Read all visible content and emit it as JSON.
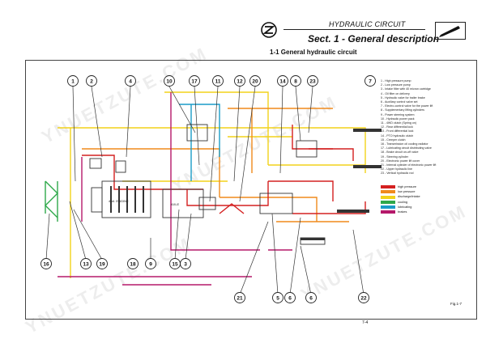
{
  "header": {
    "title": "HYDRAULIC CIRCUIT",
    "section": "Sect. 1 - General description"
  },
  "subtitle": "1-1 General hydraulic circuit",
  "callouts": [
    "1",
    "2",
    "4",
    "10",
    "17",
    "11",
    "12",
    "20",
    "14",
    "8",
    "23",
    "16",
    "13",
    "19",
    "18",
    "9",
    "15",
    "3",
    "21",
    "5",
    "6",
    "6",
    "22",
    "7"
  ],
  "engine_label": "4 cil. ENGINE",
  "axle_label": "AXLE",
  "components": [
    "1 - High pressure pump",
    "2 - Low pressure pump",
    "3 - Intake filter with 40 micron cartridge",
    "4 - Oil filter on delivery",
    "5 - Hydraulic valve for trailer brake",
    "6 - Auxiliary control valve set",
    "7 - Electro-control valve for the power lift",
    "8 - Supplementary lifting cylinders",
    "9 - Power steering system",
    "10 - Hydraulic power pack",
    "11 - 4WD clutch (Spring on)",
    "12 - Rear differential lock",
    "13 - Front differential lock",
    "14 - PTO hydraulic clutch",
    "15 - Creeper clutch",
    "16 - Transmission oil cooling radiator",
    "17 - Lubricating circuit distributing valve",
    "18 - Brake circuit on-off valve",
    "19 - Steering cylinder",
    "20 - Electronic power lift cover",
    "21 - Internal cylinder of electronic power lift",
    "22 - Upper hydraulic line",
    "23 - Vertical hydraulic rod"
  ],
  "legend": [
    {
      "label": "high pressure",
      "color": "#d42020"
    },
    {
      "label": "low pressure",
      "color": "#f08a1c"
    },
    {
      "label": "discharge/intake",
      "color": "#f2d21a"
    },
    {
      "label": "cooling",
      "color": "#2ea84a"
    },
    {
      "label": "lubricating",
      "color": "#1a9cc8"
    },
    {
      "label": "brakes",
      "color": "#b5186a"
    }
  ],
  "colors": {
    "high": "#d42020",
    "low": "#f08a1c",
    "intake": "#f2d21a",
    "cooling": "#2ea84a",
    "lube": "#1a9cc8",
    "brake": "#b5186a",
    "line": "#333333"
  },
  "figure": "Fig.1-7",
  "page": "7-4",
  "watermark": "YNUETZUTE.COM",
  "icons": [
    "brand-logo-icon",
    "pen-icon"
  ]
}
